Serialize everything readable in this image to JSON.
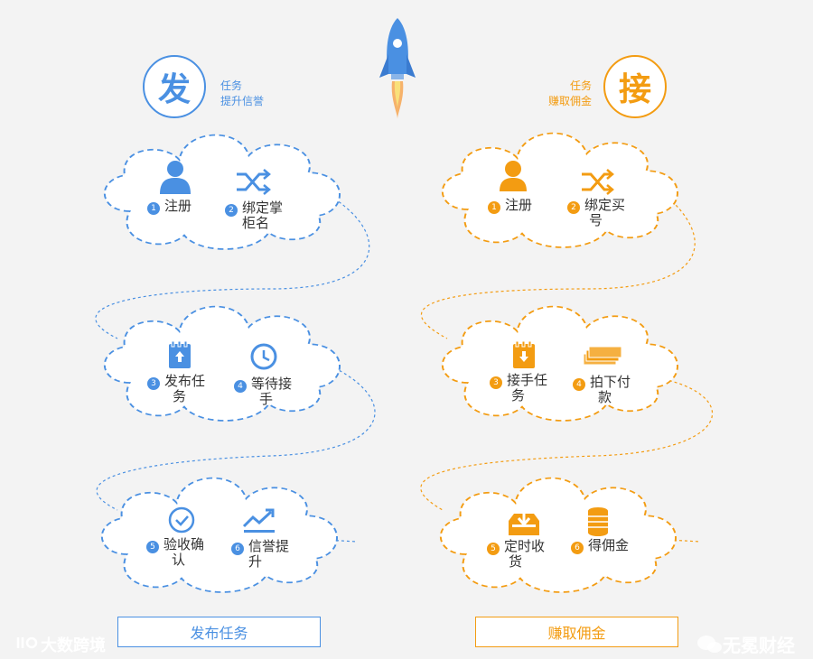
{
  "publish": {
    "badge": "发",
    "tagline_1": "任务",
    "tagline_2": "提升信誉",
    "steps": [
      {
        "num": "1",
        "label_1": "注册",
        "label_2": ""
      },
      {
        "num": "2",
        "label_1": "绑定掌",
        "label_2": "柜名"
      },
      {
        "num": "3",
        "label_1": "发布任",
        "label_2": "务"
      },
      {
        "num": "4",
        "label_1": "等待接",
        "label_2": "手"
      },
      {
        "num": "5",
        "label_1": "验收确",
        "label_2": "认"
      },
      {
        "num": "6",
        "label_1": "信誉提",
        "label_2": "升"
      }
    ],
    "button": "发布任务",
    "color": "#4a90e2"
  },
  "accept": {
    "badge": "接",
    "tagline_1": "任务",
    "tagline_2": "赚取佣金",
    "steps": [
      {
        "num": "1",
        "label_1": "注册",
        "label_2": ""
      },
      {
        "num": "2",
        "label_1": "绑定买",
        "label_2": "号"
      },
      {
        "num": "3",
        "label_1": "接手任",
        "label_2": "务"
      },
      {
        "num": "4",
        "label_1": "拍下付",
        "label_2": "款"
      },
      {
        "num": "5",
        "label_1": "定时收",
        "label_2": "货"
      },
      {
        "num": "6",
        "label_1": "得佣金",
        "label_2": ""
      }
    ],
    "button": "赚取佣金",
    "color": "#f39c12"
  },
  "watermarks": {
    "left": "大数跨境",
    "right": "无冕财经"
  }
}
